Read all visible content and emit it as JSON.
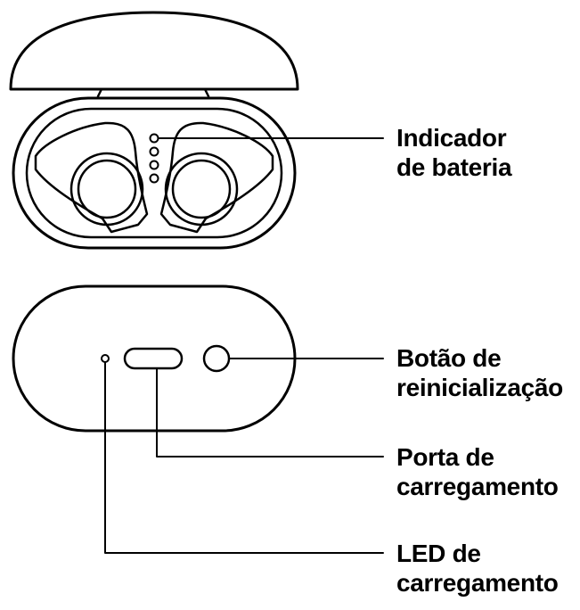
{
  "colors": {
    "stroke": "#000000",
    "background": "#ffffff"
  },
  "labels": {
    "battery_indicator": {
      "line1": "Indicador",
      "line2": "de bateria"
    },
    "reset_button": {
      "line1": "Botão de",
      "line2": "reinicialização"
    },
    "charging_port": {
      "line1": "Porta de",
      "line2": "carregamento"
    },
    "charging_led": {
      "line1": "LED de",
      "line2": "carregamento"
    }
  }
}
